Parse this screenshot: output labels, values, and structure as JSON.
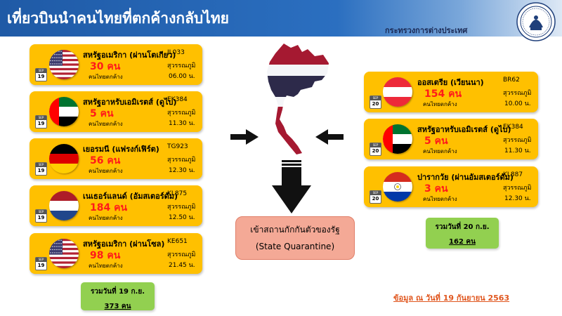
{
  "header": {
    "title": "เที่ยวบินนำคนไทยที่ตกค้างกลับไทย",
    "ministry": "กระทรวงการต่างประเทศ"
  },
  "colors": {
    "card": "#ffc000",
    "count": "#ff1a1a",
    "total": "#92d050",
    "quarantine": "#f4a996",
    "source": "#e0561e"
  },
  "left_flights": [
    {
      "flag": "usa-flag-icon",
      "month": "SEP",
      "day": "19",
      "destination": "สหรัฐอเมริกา (ผ่านโตเกียว)",
      "count": "30 คน",
      "note": "คนไทยตกค้าง",
      "flight": "JL033",
      "airport": "สุวรรณภูมิ",
      "time": "06.00 น."
    },
    {
      "flag": "uae-flag-icon",
      "month": "SEP",
      "day": "19",
      "destination": "สหรัฐอาหรับเอมิเรตส์ (ดูไบ)",
      "count": "5 คน",
      "note": "คนไทยตกค้าง",
      "flight": "EK384",
      "airport": "สุวรรณภูมิ",
      "time": "11.30 น."
    },
    {
      "flag": "germany-flag-icon",
      "month": "SEP",
      "day": "19",
      "destination": "เยอรมนี (แฟรงก์เฟิร์ต)",
      "count": "56 คน",
      "note": "คนไทยตกค้าง",
      "flight": "TG923",
      "airport": "สุวรรณภูมิ",
      "time": "12.30 น."
    },
    {
      "flag": "netherlands-flag-icon",
      "month": "SEP",
      "day": "19",
      "destination": "เนเธอร์แลนด์ (อัมสเตอร์ดัม)",
      "count": "184 คน",
      "note": "คนไทยตกค้าง",
      "flight": "KL875",
      "airport": "สุวรรณภูมิ",
      "time": "12.50 น."
    },
    {
      "flag": "usa-flag-icon",
      "month": "SEP",
      "day": "19",
      "destination": "สหรัฐอเมริกา (ผ่านโซล)",
      "count": "98 คน",
      "note": "คนไทยตกค้าง",
      "flight": "KE651",
      "airport": "สุวรรณภูมิ",
      "time": "21.45 น."
    }
  ],
  "right_flights": [
    {
      "flag": "austria-flag-icon",
      "month": "SEP",
      "day": "20",
      "destination": "ออสเตรีย (เวียนนา)",
      "count": "154 คน",
      "note": "คนไทยตกค้าง",
      "flight": "BR62",
      "airport": "สุวรรณภูมิ",
      "time": "10.00 น."
    },
    {
      "flag": "uae-flag-icon",
      "month": "SEP",
      "day": "20",
      "destination": "สหรัฐอาหรับเอมิเรตส์ (ดูไบ)",
      "count": "5 คน",
      "note": "คนไทยตกค้าง",
      "flight": "EK384",
      "airport": "สุวรรณภูมิ",
      "time": "11.30 น."
    },
    {
      "flag": "paraguay-flag-icon",
      "month": "SEP",
      "day": "20",
      "destination": "ปารากวัย (ผ่านอัมสเตอร์ดัม)",
      "count": "3 คน",
      "note": "คนไทยตกค้าง",
      "flight": "KL887",
      "airport": "สุวรรณภูมิ",
      "time": "12.30 น."
    }
  ],
  "total_left": {
    "label": "รวมวันที่ 19 ก.ย.",
    "value": "373 คน"
  },
  "total_right": {
    "label": "รวมวันที่ 20 ก.ย.",
    "value": "162 คน"
  },
  "quarantine": {
    "line1": "เข้าสถานกักกันตัวของรัฐ",
    "line2": "(State Quarantine)"
  },
  "source": "ข้อมูล ณ วันที่ 19 กันยายน 2563"
}
